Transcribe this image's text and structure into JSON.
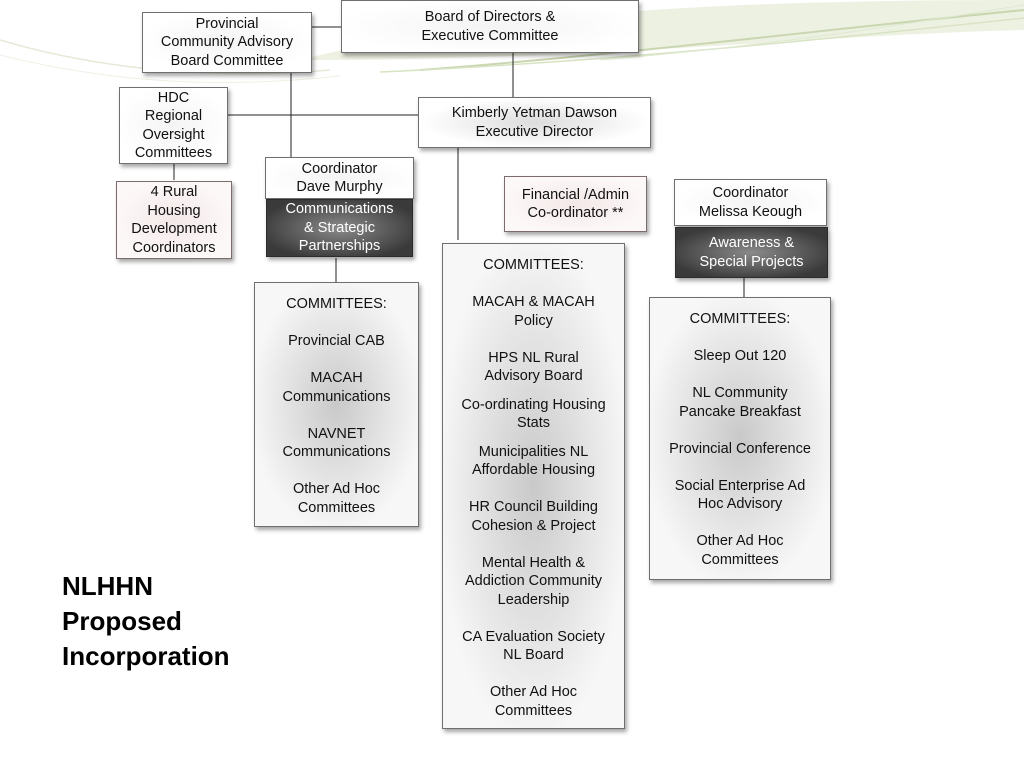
{
  "title_lines": [
    "NLHHN",
    "Proposed",
    "Incorporation"
  ],
  "nodes": {
    "board": [
      "Board of Directors &",
      "Executive Committee"
    ],
    "provincial_cab": [
      "Provincial",
      "Community Advisory",
      "Board Committee"
    ],
    "hdc": [
      "HDC",
      "Regional",
      "Oversight",
      "Committees"
    ],
    "executive_director": [
      "Kimberly Yetman Dawson",
      "Executive Director"
    ],
    "coordinator_dave": [
      "Coordinator",
      "Dave Murphy"
    ],
    "communications": [
      "Communications",
      "& Strategic",
      "Partnerships"
    ],
    "rural_housing": [
      "4  Rural",
      "Housing",
      "Development",
      "Coordinators"
    ],
    "financial_admin": [
      "Financial /Admin",
      "Co-ordinator **"
    ],
    "coordinator_melissa": [
      "Coordinator",
      "Melissa Keough"
    ],
    "awareness": [
      "Awareness &",
      "Special Projects"
    ]
  },
  "committees_left": {
    "heading": "COMMITTEES:",
    "items": [
      "Provincial CAB",
      "MACAH Communications",
      "NAVNET Communications",
      "Other Ad Hoc Committees"
    ]
  },
  "committees_center": {
    "heading": "COMMITTEES:",
    "items": [
      "MACAH & MACAH Policy",
      "HPS NL Rural Advisory  Board",
      "Co-ordinating Housing Stats",
      "Municipalities NL Affordable Housing",
      "HR Council Building Cohesion & Project",
      "Mental Health  & Addiction Community Leadership",
      "CA Evaluation Society NL Board",
      "Other Ad Hoc Committees"
    ]
  },
  "committees_right": {
    "heading": "COMMITTEES:",
    "items": [
      "Sleep Out 120",
      "NL Community Pancake Breakfast",
      "Provincial Conference",
      "Social Enterprise Ad Hoc Advisory",
      "Other Ad Hoc Committees"
    ]
  }
}
